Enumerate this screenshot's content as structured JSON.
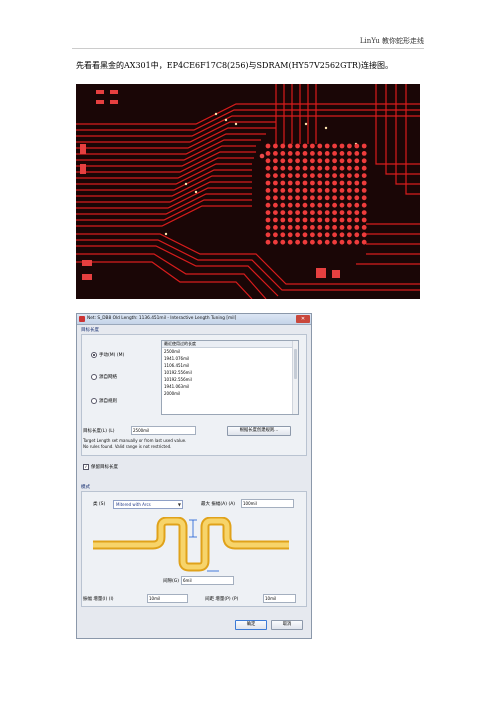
{
  "header": {
    "right_text": "LinYu 教你蛇形走线"
  },
  "intro": {
    "text": "先看看黑金的AX301中，EP4CE6F17C8(256)与SDRAM(HY57V2562GTR)连接图。"
  },
  "colors": {
    "pcb_bg": "#1a0606",
    "trace": "#d81c1c",
    "pad": "#e64040",
    "wave": "#f1c232",
    "accent": "#102a6e"
  },
  "dialog": {
    "title": "Net: S_DB8   Old Length: 1136.451mil - Interactive Length Tuning [mil]",
    "close_label": "✕",
    "section_target": "目标长度",
    "radio_manual": "手动(M) (M)",
    "radio_net": "源自网络",
    "radio_rule": "源自规则",
    "list_header": "最近使用过的长度",
    "list_items": [
      "2500mil",
      "1941.076mil",
      "1106.451mil",
      "10192.556mil",
      "10192.556mil",
      "1941.063mil",
      "2000mil"
    ],
    "target_label": "目标长度(L) (L)",
    "target_value": "2500mil",
    "rule_button": "根据长度创建规则...",
    "note1": "Target Length set manually or from last used value.",
    "note2": "No rules found. Valid range is not restricted.",
    "save_check": "保留目标长度",
    "section_style": "模式",
    "style_label": "类 (S)",
    "style_value": "Mitered with Arcs",
    "amplitude_label": "最大 振幅(A) (A)",
    "amplitude_value": "100mil",
    "gap_label": "间隙(G)",
    "gap_value": "6mil",
    "increment_label": "振幅 增量(I) (I)",
    "increment_value": "10mil",
    "space_increment_label": "间距 增量(P) (P)",
    "space_increment_value": "10mil",
    "ok_label": "确定",
    "cancel_label": "取消"
  }
}
